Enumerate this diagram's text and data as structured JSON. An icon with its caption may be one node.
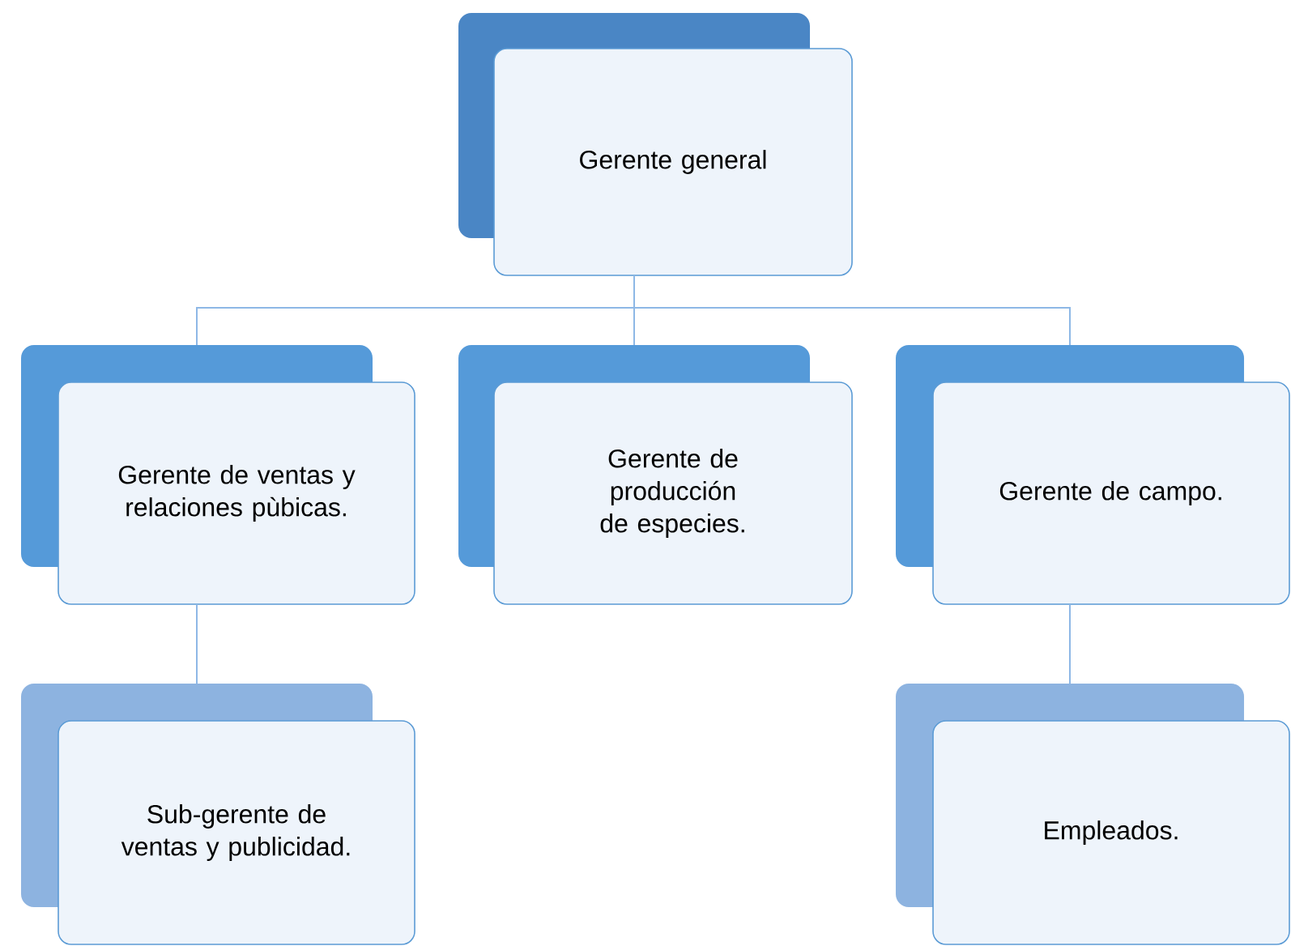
{
  "diagram": {
    "nodes": [
      {
        "text": [
          "Gerente general"
        ]
      },
      {
        "text": [
          "Gerente de ventas y relaciones pùbicas."
        ]
      },
      {
        "text": [
          "Gerente de producción de especies."
        ]
      },
      {
        "text": [
          "Gerente de campo."
        ]
      },
      {
        "text": [
          "Sub-gerente de ventas y publicidad."
        ]
      },
      {
        "text": [
          "Empleados."
        ]
      }
    ],
    "edges": [
      {
        "from": 0,
        "to": 1,
        "arrow": "none"
      },
      {
        "from": 0,
        "to": 2,
        "arrow": "none"
      },
      {
        "from": 0,
        "to": 3,
        "arrow": "none"
      },
      {
        "from": 1,
        "to": 4,
        "arrow": "none"
      },
      {
        "from": 3,
        "to": 5,
        "arrow": "none"
      }
    ]
  }
}
